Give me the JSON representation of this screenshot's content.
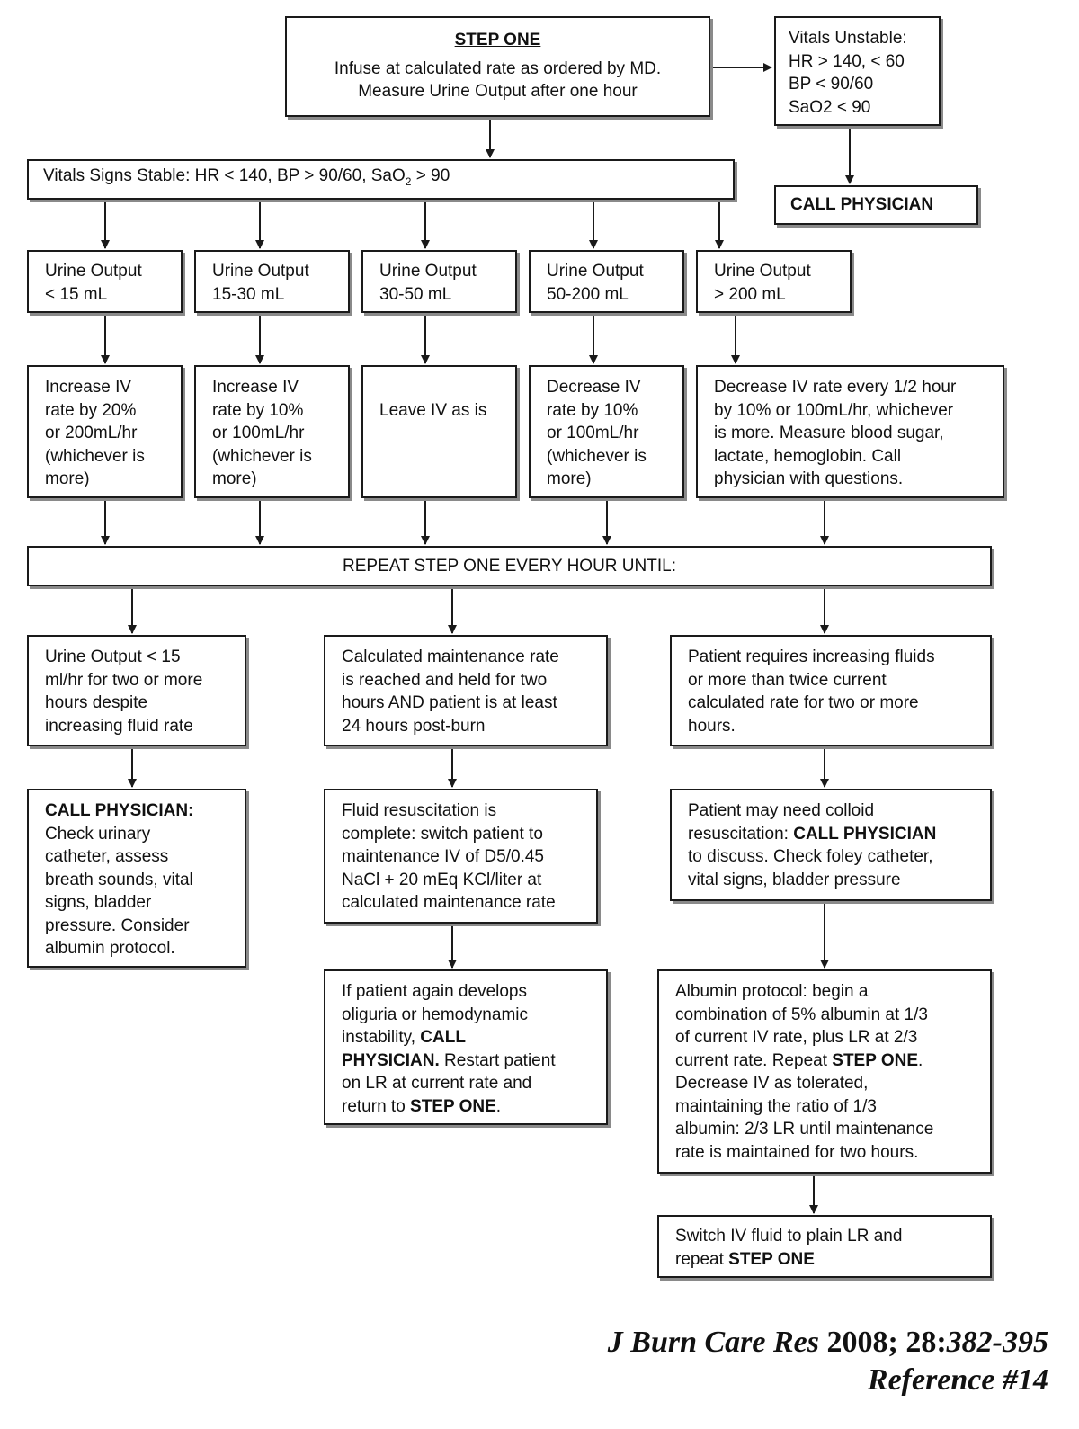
{
  "step_one": {
    "title": "STEP ONE",
    "line1": "Infuse at calculated rate as ordered by MD.",
    "line2": "Measure Urine Output after one hour"
  },
  "vitals_unstable": {
    "line1": "Vitals Unstable:",
    "line2": "HR > 140, < 60",
    "line3": "BP < 90/60",
    "line4": "SaO2 < 90"
  },
  "call_physician_top": "CALL PHYSICIAN",
  "vitals_stable": {
    "prefix": "Vitals  Signs Stable:  HR < 140, BP > 90/60, SaO",
    "sub": "2",
    "suffix": " > 90"
  },
  "urine_output": [
    {
      "label": "Urine Output",
      "range": "< 15 mL"
    },
    {
      "label": "Urine Output",
      "range": "15-30 mL"
    },
    {
      "label": "Urine Output",
      "range": "30-50 mL"
    },
    {
      "label": "Urine Output",
      "range": "50-200 mL"
    },
    {
      "label": "Urine Output",
      "range": "> 200 mL"
    }
  ],
  "actions": [
    {
      "lines": [
        "Increase IV",
        "rate by 20%",
        "or 200mL/hr",
        "(whichever is",
        "more)"
      ]
    },
    {
      "lines": [
        "Increase IV",
        "rate by 10%",
        "or 100mL/hr",
        "(whichever is",
        "more)"
      ]
    },
    {
      "lines": [
        "Leave IV as is"
      ]
    },
    {
      "lines": [
        "Decrease IV",
        "rate by 10%",
        "or 100mL/hr",
        "(whichever is",
        "more)"
      ]
    },
    {
      "lines": [
        "Decrease IV rate every 1/2 hour",
        "by 10% or 100mL/hr, whichever",
        "is more.  Measure blood sugar,",
        "lactate, hemoglobin.  Call",
        "physician with questions."
      ]
    }
  ],
  "repeat": "REPEAT STEP ONE EVERY HOUR UNTIL:",
  "left_branch": {
    "condition": [
      "Urine Output < 15",
      "ml/hr for two or more",
      "hours despite",
      "increasing fluid rate"
    ],
    "call_title": "CALL PHYSICIAN:",
    "call_lines": [
      "Check urinary",
      "catheter, assess",
      "breath sounds, vital",
      "signs, bladder",
      "pressure.  Consider",
      "albumin protocol."
    ]
  },
  "middle_branch": {
    "condition": [
      "Calculated maintenance rate",
      "is reached and held for two",
      "hours AND patient is at least",
      "24 hours post-burn"
    ],
    "complete": [
      "Fluid resuscitation is",
      "complete:  switch patient to",
      "maintenance IV of D5/0.45",
      "NaCl + 20 mEq KCl/liter at",
      "calculated maintenance rate"
    ],
    "again": {
      "l1": "If patient again develops",
      "l2": "oliguria or hemodynamic",
      "l3_prefix": "instability, ",
      "l3_bold": "CALL",
      "l4_bold": "PHYSICIAN.",
      "l4_suffix": " Restart patient",
      "l5": "on LR at current rate and",
      "l6_prefix": "return to ",
      "l6_bold": "STEP ONE",
      "l6_suffix": "."
    }
  },
  "right_branch": {
    "condition": [
      "Patient requires increasing fluids",
      "or more than twice current",
      "calculated rate for two or more",
      "hours."
    ],
    "colloid": {
      "l1": "Patient may need colloid",
      "l2_prefix": "resuscitation:  ",
      "l2_bold": "CALL PHYSICIAN",
      "l3": "to discuss.  Check foley catheter,",
      "l4": "vital signs, bladder pressure"
    },
    "albumin": {
      "l1": "Albumin protocol:  begin a",
      "l2": "combination of 5% albumin at 1/3",
      "l3": "of current IV rate, plus LR at 2/3",
      "l4_prefix": "current rate.  Repeat ",
      "l4_bold": "STEP ONE",
      "l4_suffix": ".",
      "l5": "Decrease IV as tolerated,",
      "l6": "maintaining the ratio of 1/3",
      "l7": "albumin: 2/3 LR until maintenance",
      "l8": "rate is maintained for two hours."
    },
    "switch": {
      "l1": "Switch IV fluid to plain LR and",
      "l2_prefix": "repeat ",
      "l2_bold": "STEP ONE"
    }
  },
  "citation": {
    "journal": "J Burn Care Res",
    "year_vol": " 2008; 28:",
    "pages": "382-395",
    "reference": "Reference #14"
  }
}
